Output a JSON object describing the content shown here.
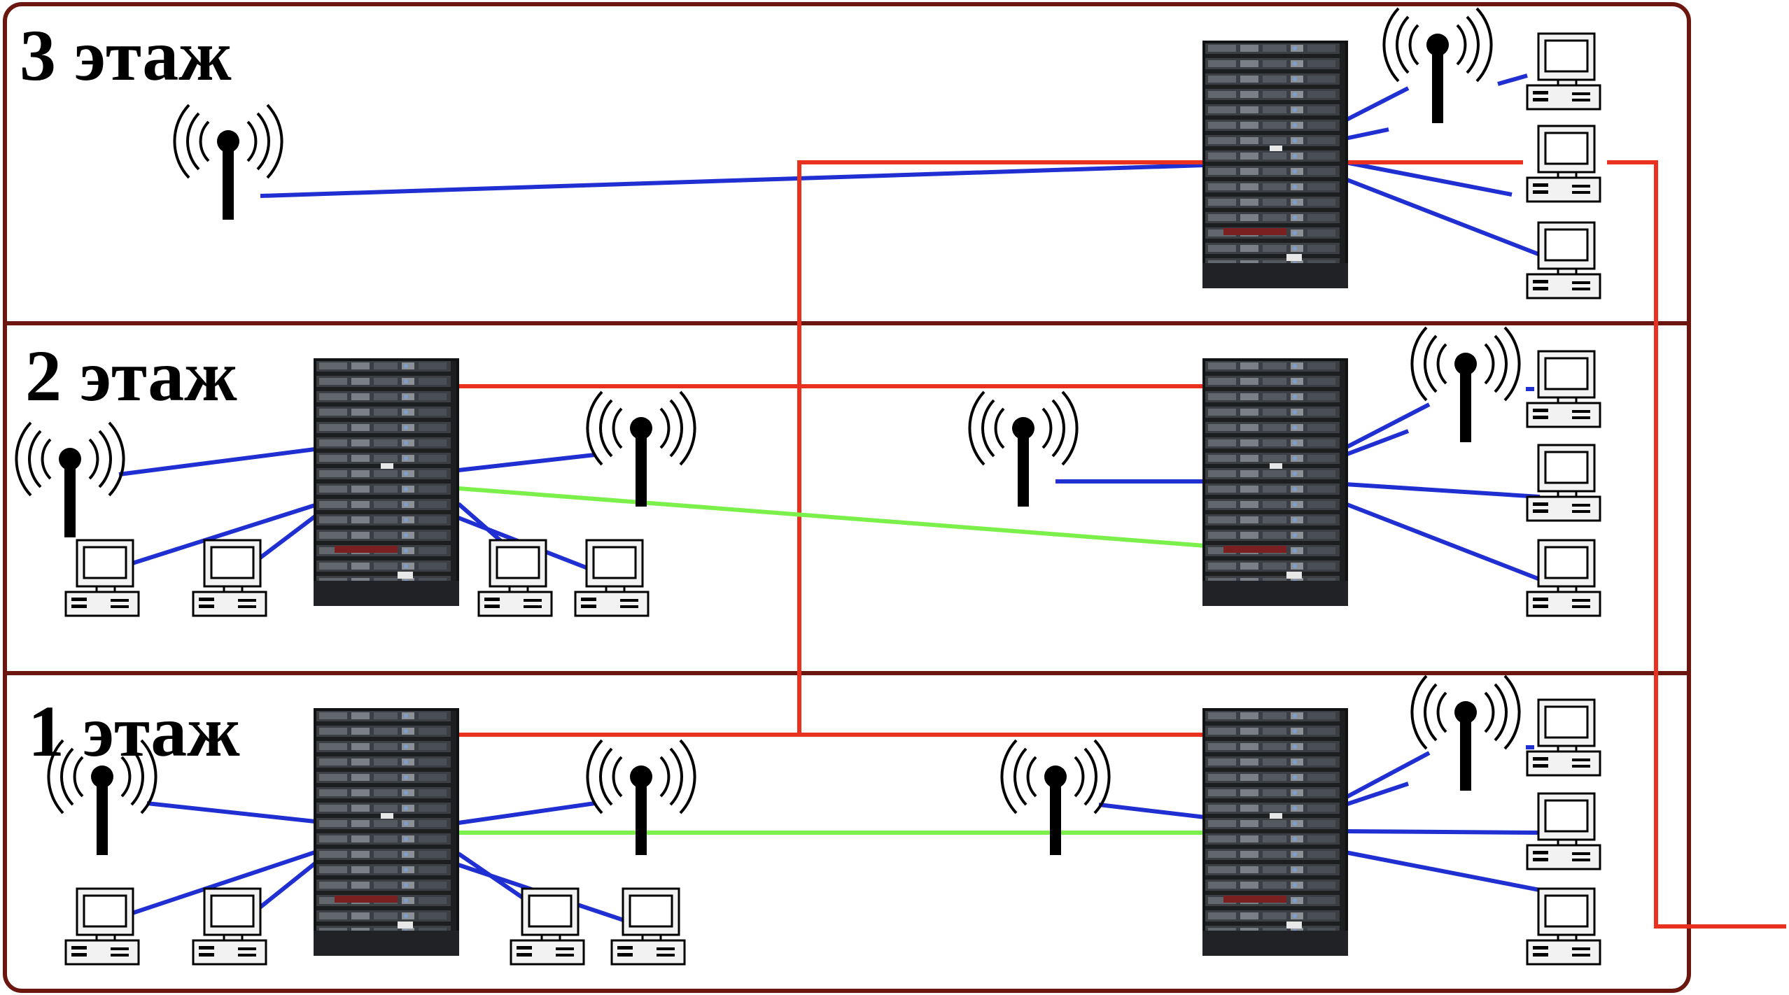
{
  "floors": [
    {
      "label": "3 этаж"
    },
    {
      "label": "2 этаж"
    },
    {
      "label": "1 этаж"
    }
  ],
  "colors": {
    "border": "#6b1710",
    "lan_link": "#1f2fd1",
    "backbone": "#e8321f",
    "wireless_bridge": "#7cf04a"
  },
  "icons": [
    "server-rack-icon",
    "wifi-antenna-icon",
    "desktop-computer-icon"
  ]
}
